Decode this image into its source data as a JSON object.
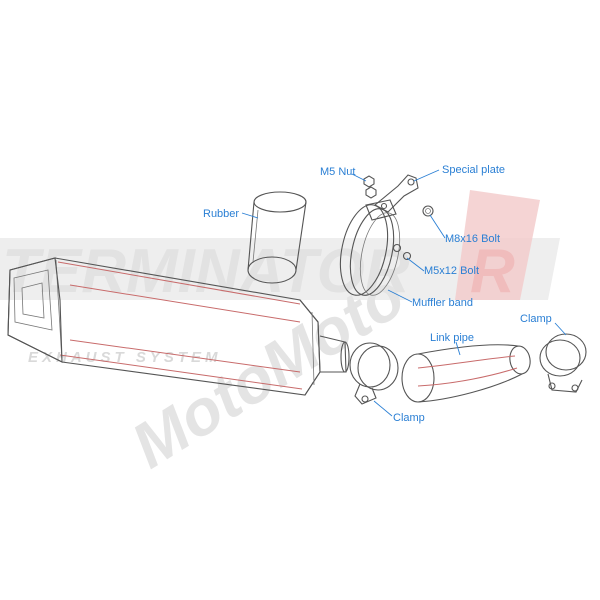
{
  "watermark": {
    "brand": "TERMINATOR",
    "brand_suffix": "R",
    "subtitle": "EXHAUST SYSTEM",
    "maker": "MotoMoto"
  },
  "labels": {
    "m5_nut": "M5 Nut",
    "special_plate": "Special plate",
    "rubber": "Rubber",
    "m8x16_bolt": "M8x16 Bolt",
    "m5x12_bolt": "M5x12 Bolt",
    "muffler_band": "Muffler band",
    "link_pipe": "Link pipe",
    "clamp_right": "Clamp",
    "clamp_bottom": "Clamp"
  },
  "colors": {
    "label": "#2a7fd4",
    "outline": "#555555",
    "accent_stripe": "#c86b6b",
    "watermark": "#e2e2e2",
    "watermark_red": "#f2c9c9"
  }
}
